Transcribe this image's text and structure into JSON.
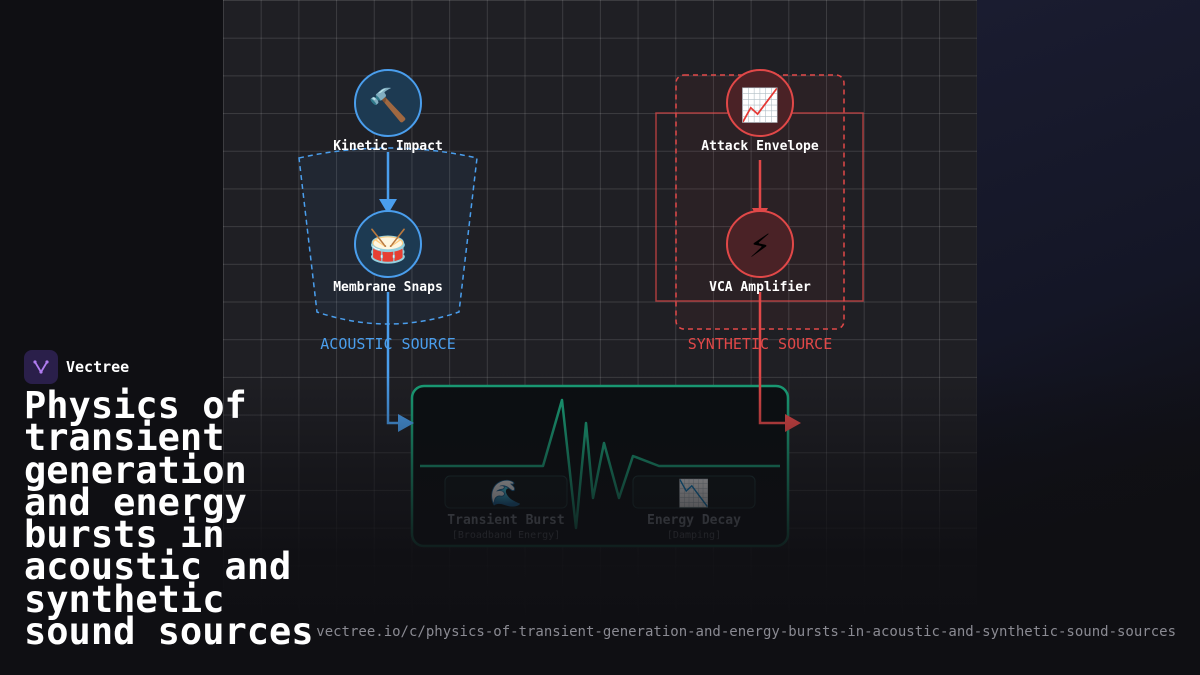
{
  "brand": {
    "name": "Vectree"
  },
  "title": "Physics of transient generation and energy bursts in acoustic and synthetic sound sources",
  "url": "vectree.io/c/physics-of-transient-generation-and-energy-bursts-in-acoustic-and-synthetic-sound-sources",
  "colors": {
    "acoustic": "#4a9eed",
    "synthetic": "#e14848",
    "output": "#1aa37a",
    "background": "#0f0f13",
    "grid_panel": "#1f1f24"
  },
  "groups": {
    "acoustic": {
      "label": "ACOUSTIC SOURCE"
    },
    "synthetic": {
      "label": "SYNTHETIC SOURCE"
    }
  },
  "nodes": {
    "kinetic": {
      "label": "Kinetic Impact",
      "icon": "hammer-icon",
      "glyph": "🔨"
    },
    "membrane": {
      "label": "Membrane Snaps",
      "icon": "drum-icon",
      "glyph": "🥁"
    },
    "attack": {
      "label": "Attack Envelope",
      "icon": "chart-increasing-icon",
      "glyph": "📈"
    },
    "vca": {
      "label": "VCA Amplifier",
      "icon": "lightning-icon",
      "glyph": "⚡"
    }
  },
  "output": {
    "transient": {
      "label": "Transient Burst",
      "sublabel": "[Broadband Energy]",
      "icon": "wave-icon",
      "glyph": "🌊"
    },
    "decay": {
      "label": "Energy Decay",
      "sublabel": "[Damping]",
      "icon": "chart-decreasing-icon",
      "glyph": "📉"
    }
  }
}
